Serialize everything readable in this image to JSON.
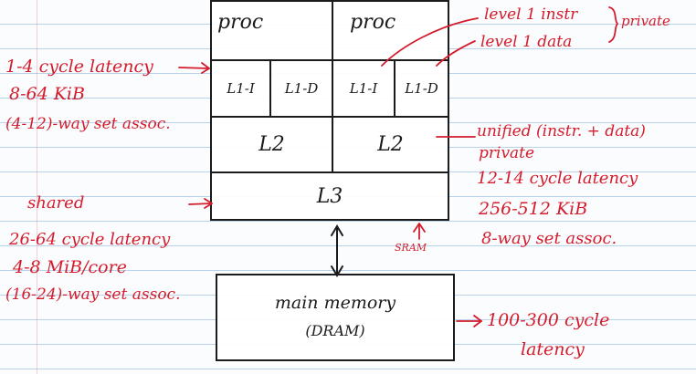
{
  "diagram": {
    "proc_left": "proc",
    "proc_right": "proc",
    "l1i_left": "L1-I",
    "l1d_left": "L1-D",
    "l1i_right": "L1-I",
    "l1d_right": "L1-D",
    "l2_left": "L2",
    "l2_right": "L2",
    "l3": "L3",
    "main_memory_line1": "main memory",
    "main_memory_line2": "(DRAM)"
  },
  "annotations": {
    "level1_instr": "level 1 instr",
    "level1_data": "level 1 data",
    "private_top": "private",
    "l1_line1": "1-4 cycle latency",
    "l1_line2": "8-64 KiB",
    "l1_line3": "(4-12)-way set assoc.",
    "l2_line1": "unified (instr. + data)",
    "l2_line2": "private",
    "l2_line3": "12-14 cycle latency",
    "l2_line4": "256-512 KiB",
    "l2_line5": "8-way set assoc.",
    "l3_line1": "shared",
    "l3_line2": "26-64 cycle latency",
    "l3_line3": "4-8 MiB/core",
    "l3_line4": "(16-24)-way set assoc.",
    "sram": "SRAM",
    "mem_line1": "100-300 cycle",
    "mem_line2": "latency"
  },
  "colors": {
    "ink": "#1b1b1b",
    "annotation": "#d41c2c",
    "rule_lines": "#b9d3ec"
  }
}
